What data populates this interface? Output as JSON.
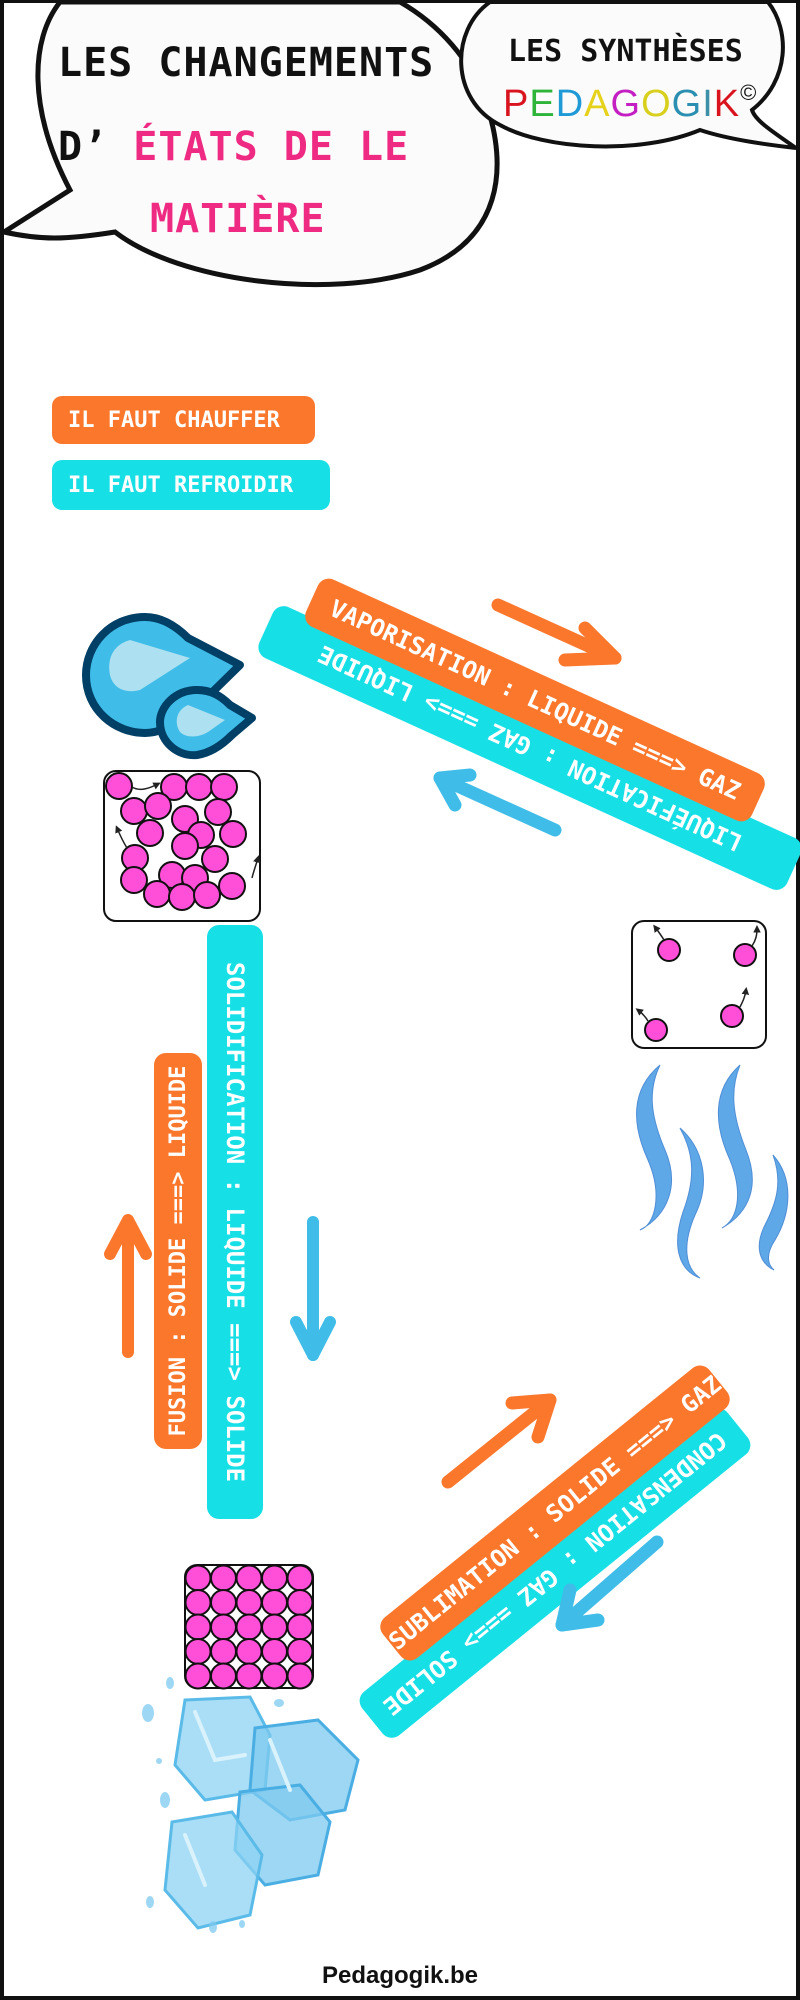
{
  "title": {
    "line1": "LES CHANGEMENTS",
    "line2_prefix": "D’",
    "line2_highlight": "ÉTATS DE LE",
    "line3": "MATIÈRE"
  },
  "logo": {
    "line1": "LES SYNTHÈSES",
    "brand_letters": [
      {
        "char": "P",
        "color": "#d9141e"
      },
      {
        "char": "E",
        "color": "#2fb43a"
      },
      {
        "char": "D",
        "color": "#1f9ad6"
      },
      {
        "char": "A",
        "color": "#e6d21a"
      },
      {
        "char": "G",
        "color": "#c41fc2"
      },
      {
        "char": "O",
        "color": "#d8d01c"
      },
      {
        "char": "G",
        "color": "#2a8fb0"
      },
      {
        "char": "I",
        "color": "#3e8fa8"
      },
      {
        "char": "K",
        "color": "#d9141e"
      }
    ],
    "copyright": "©"
  },
  "legend": {
    "heat": {
      "label": "IL FAUT CHAUFFER",
      "color": "#fb772c"
    },
    "cool": {
      "label": "IL FAUT REFROIDIR",
      "color": "#17dfe6"
    }
  },
  "transitions": {
    "vaporisation": "VAPORISATION : LIQUIDE ===> GAZ",
    "liquefaction": "LIQUÉFICATION : GAZ ===> LIQUIDE",
    "fusion": "FUSION : SOLIDE ===> LIQUIDE",
    "solidification": "SOLIDIFICATION : LIQUIDE ===> SOLIDE",
    "sublimation": "SUBLIMATION : SOLIDE ===> GAZ",
    "condensation": "CONDENSATION : GAZ ===> SOLIDE"
  },
  "colors": {
    "heat_arrow": "#fb772c",
    "cool_arrow": "#3fbde8",
    "particle": "#ff4fd8",
    "title_accent": "#ee2a82"
  },
  "states": {
    "liquid_icon": "water-drops-icon",
    "gas_icon": "steam-icon",
    "solid_icon": "ice-cubes-icon"
  },
  "footer": "Pedagogik.be"
}
